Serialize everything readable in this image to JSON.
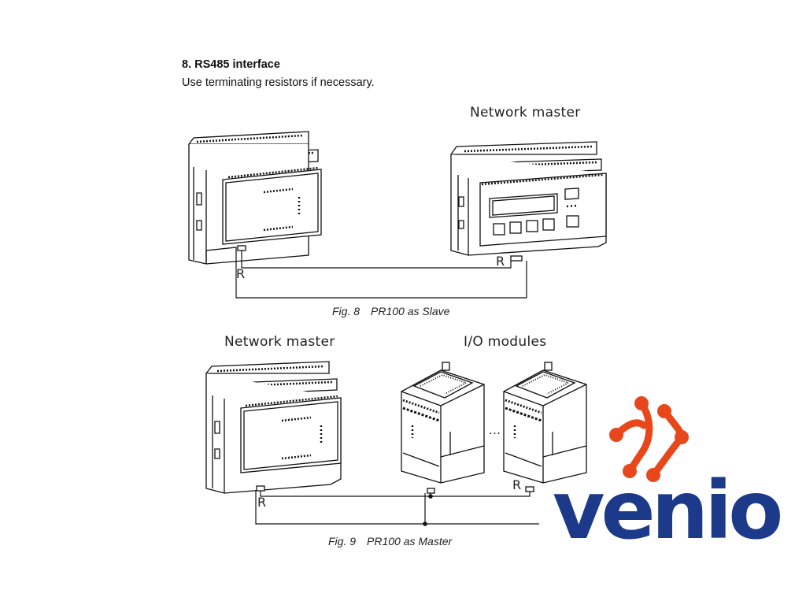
{
  "section": {
    "title": "8. RS485 interface",
    "subtitle": "Use terminating resistors if necessary."
  },
  "figure8": {
    "master_label": "Network master",
    "resistor_left": "R",
    "resistor_right": "R",
    "caption_num": "Fig. 8",
    "caption_text": "PR100 as Slave"
  },
  "figure9": {
    "master_label": "Network master",
    "modules_label": "I/O modules",
    "ellipsis": "...",
    "resistor_left": "R",
    "resistor_right": "R",
    "caption_num": "Fig. 9",
    "caption_text": "PR100 as Master"
  },
  "logo": {
    "text": "venio",
    "colors": {
      "text": "#1d3a8a",
      "mark": "#e8471c"
    }
  }
}
